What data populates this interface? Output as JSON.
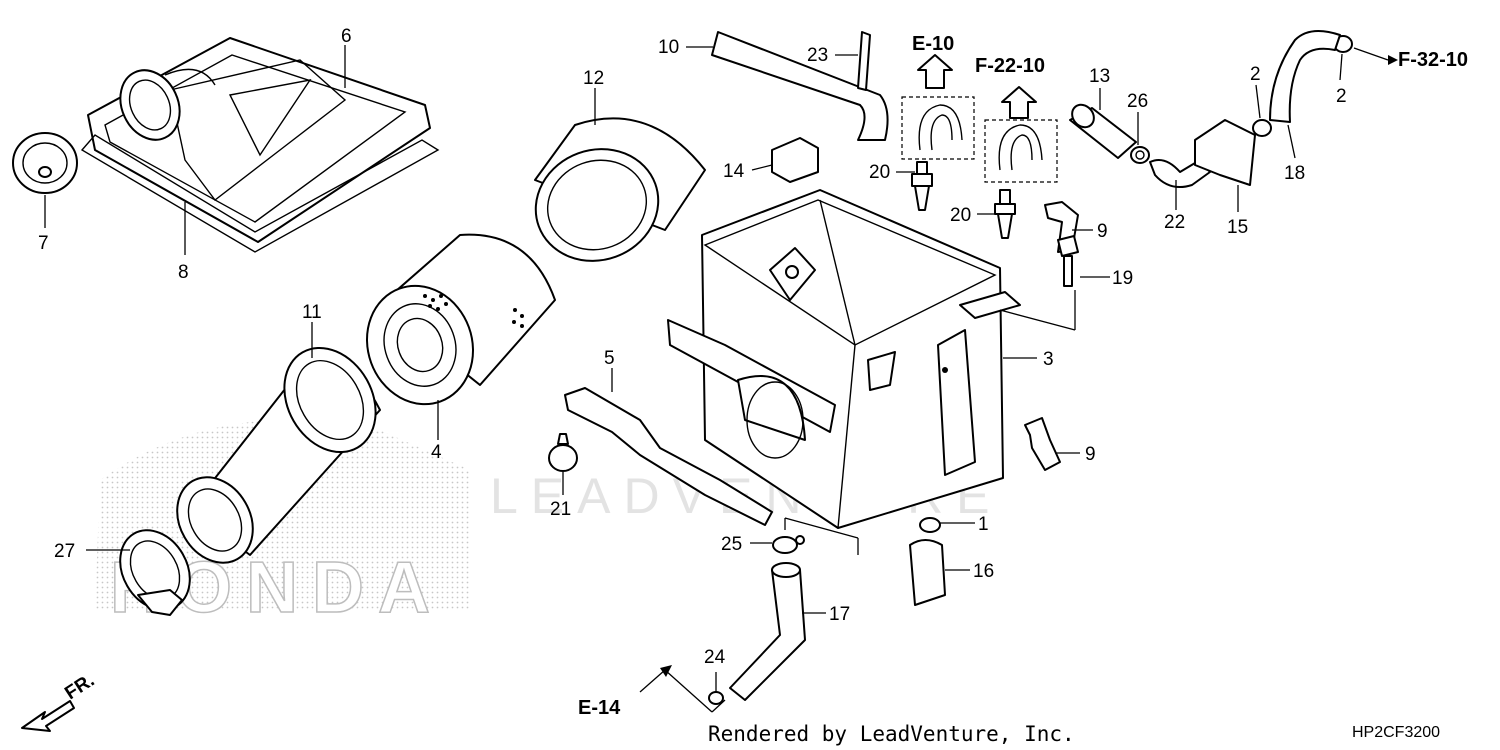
{
  "diagram": {
    "code": "HP2CF3200",
    "footer": "Rendered by LeadVenture, Inc.",
    "watermark": "LEADVENTURE",
    "brand_watermark": "HONDA",
    "direction": "FR.",
    "refs": {
      "e10": "E-10",
      "f2210": "F-22-10",
      "f3210": "F-32-10",
      "e14": "E-14"
    },
    "callouts": {
      "c1": "1",
      "c2a": "2",
      "c2b": "2",
      "c3": "3",
      "c4": "4",
      "c5": "5",
      "c6": "6",
      "c7": "7",
      "c8": "8",
      "c9a": "9",
      "c9b": "9",
      "c10": "10",
      "c11": "11",
      "c12": "12",
      "c13": "13",
      "c14": "14",
      "c15": "15",
      "c16": "16",
      "c17": "17",
      "c18": "18",
      "c19": "19",
      "c20a": "20",
      "c20b": "20",
      "c21": "21",
      "c22": "22",
      "c23": "23",
      "c24": "24",
      "c25": "25",
      "c26": "26",
      "c27": "27"
    }
  }
}
